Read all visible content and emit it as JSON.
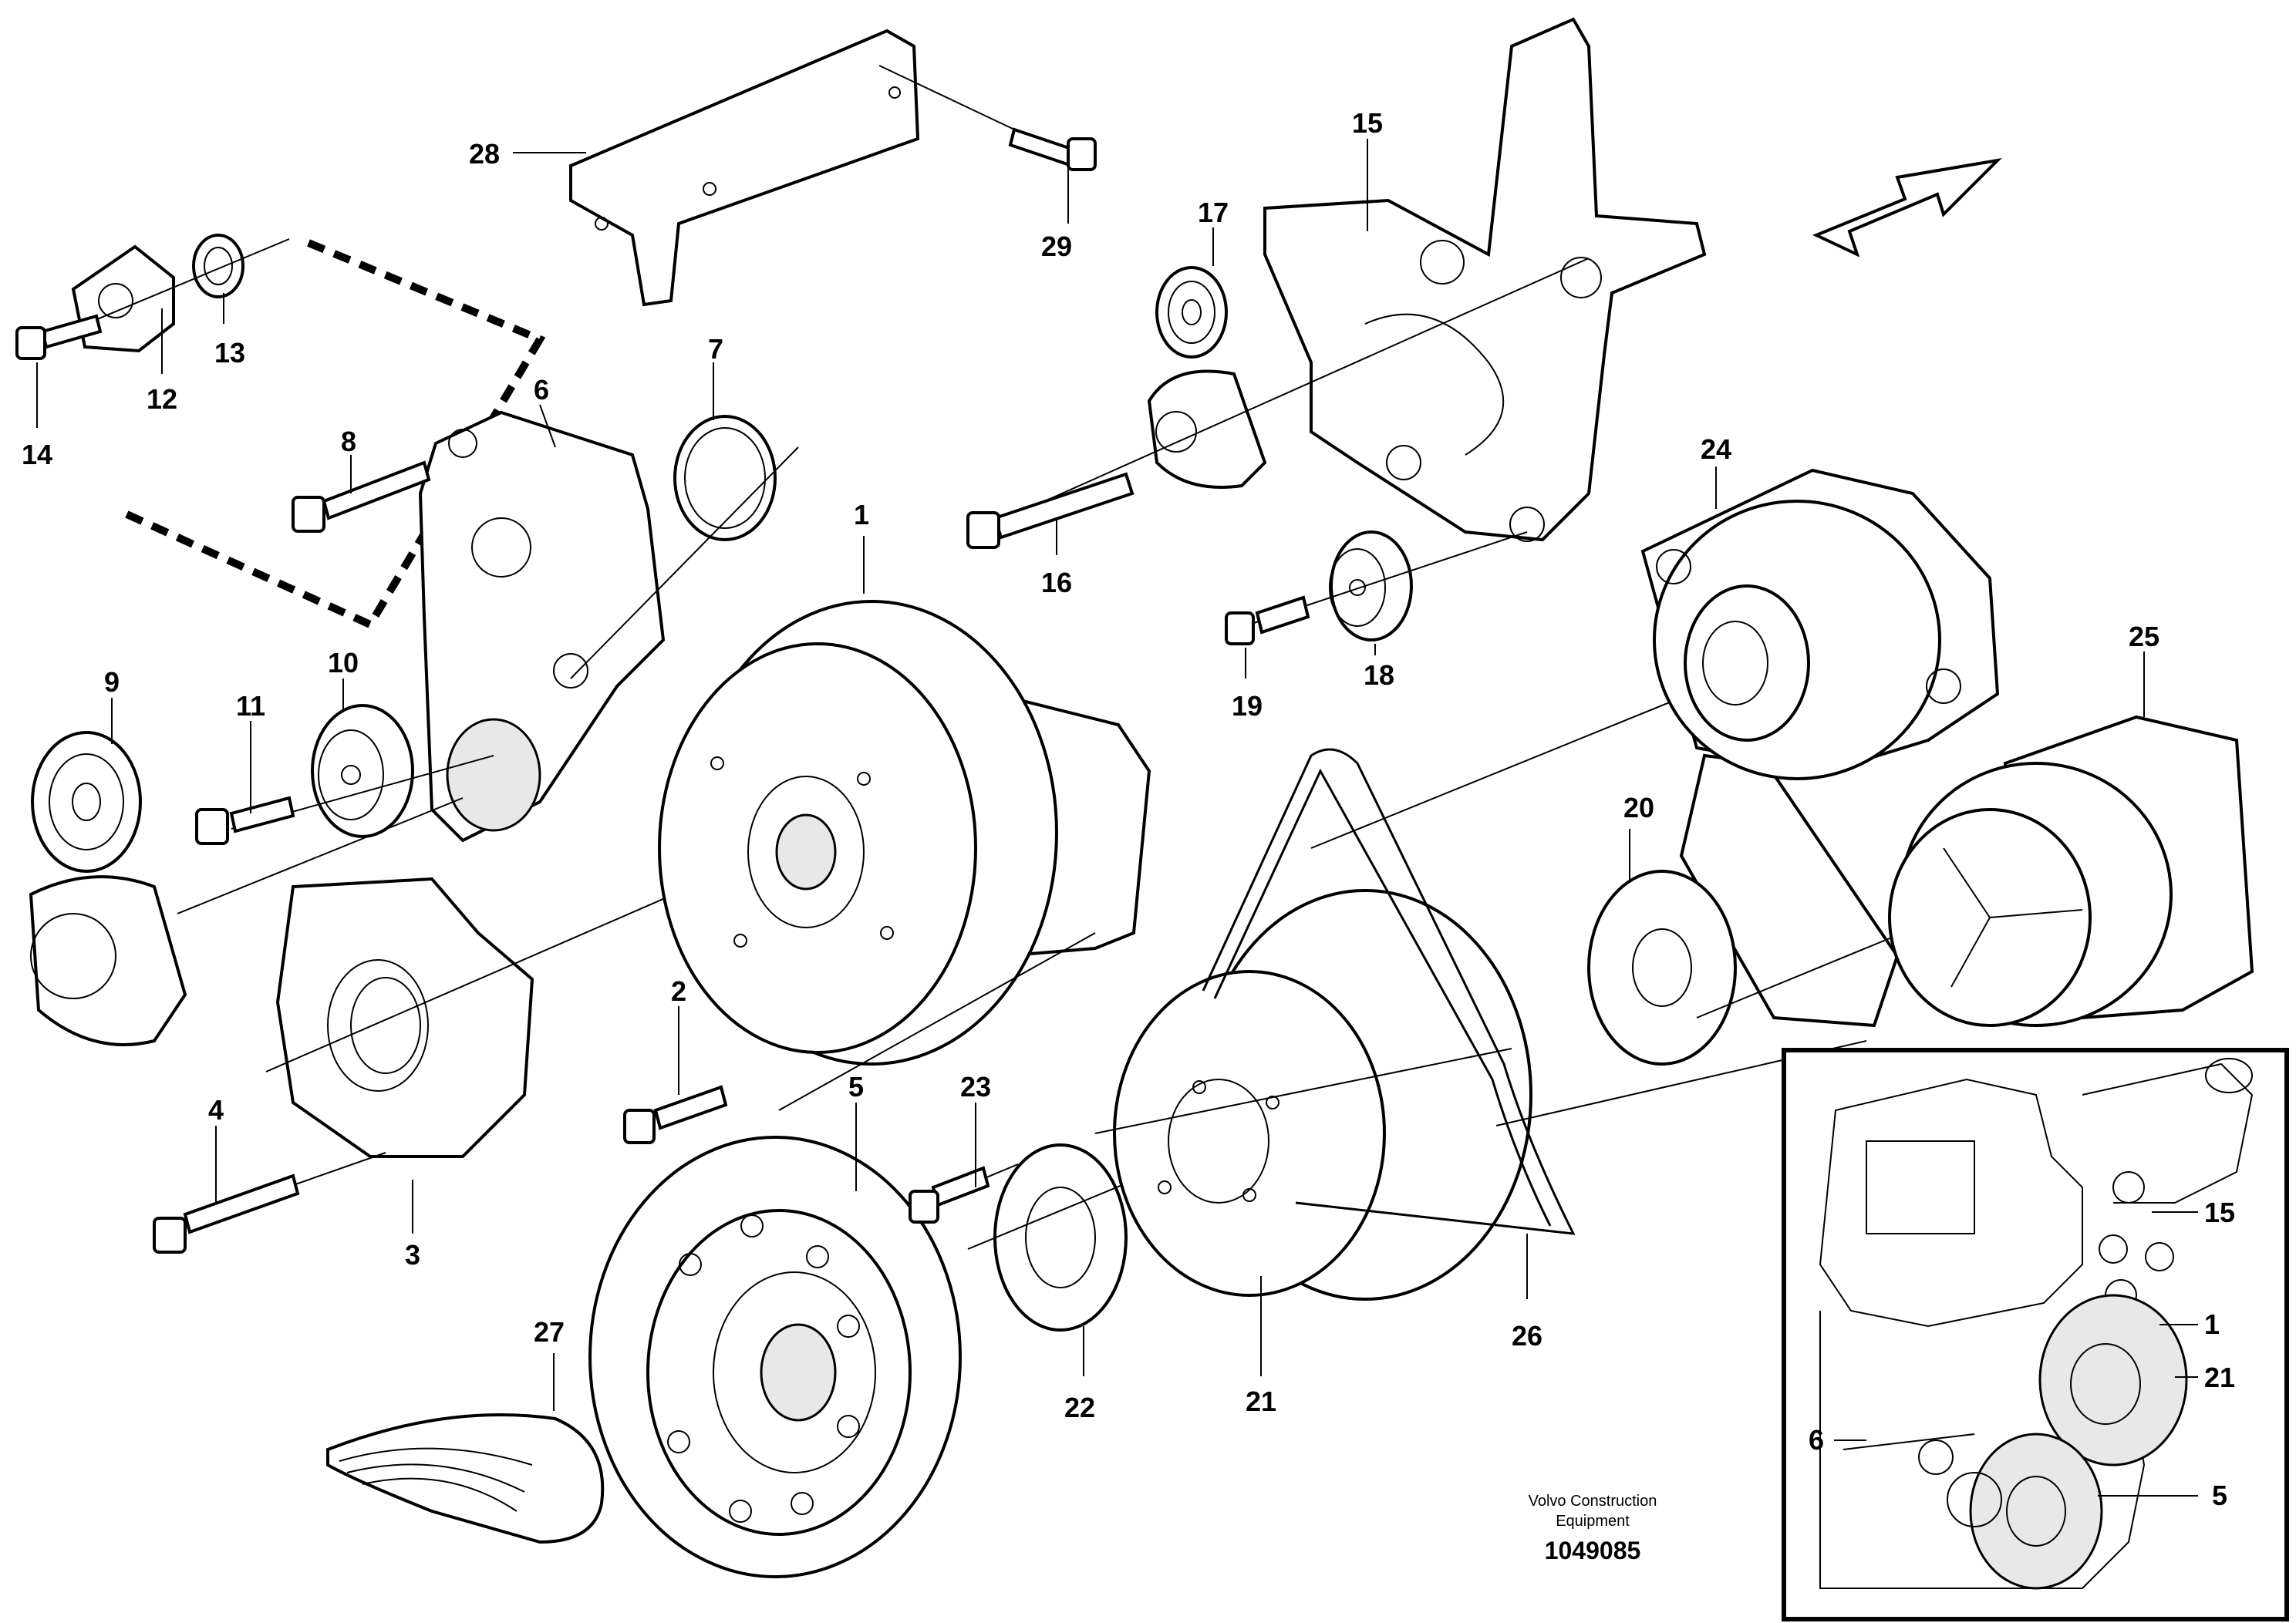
{
  "labels": {
    "l1": "1",
    "l2": "2",
    "l3": "3",
    "l4": "4",
    "l5": "5",
    "l6": "6",
    "l7": "7",
    "l8": "8",
    "l9": "9",
    "l10": "10",
    "l11": "11",
    "l12": "12",
    "l13": "13",
    "l14": "14",
    "l15": "15",
    "l16": "16",
    "l17": "17",
    "l18": "18",
    "l19": "19",
    "l20": "20",
    "l21": "21",
    "l22": "22",
    "l23": "23",
    "l24": "24",
    "l25": "25",
    "l26": "26",
    "l27": "27",
    "l28": "28",
    "l29": "29"
  },
  "inset": {
    "labels": {
      "i15": "15",
      "i1": "1",
      "i21": "21",
      "i6": "6",
      "i5": "5"
    }
  },
  "credit": {
    "line1": "Volvo Construction",
    "line2": "Equipment"
  },
  "figure_number": "1049085",
  "icons": [
    "direction-arrow-icon"
  ]
}
